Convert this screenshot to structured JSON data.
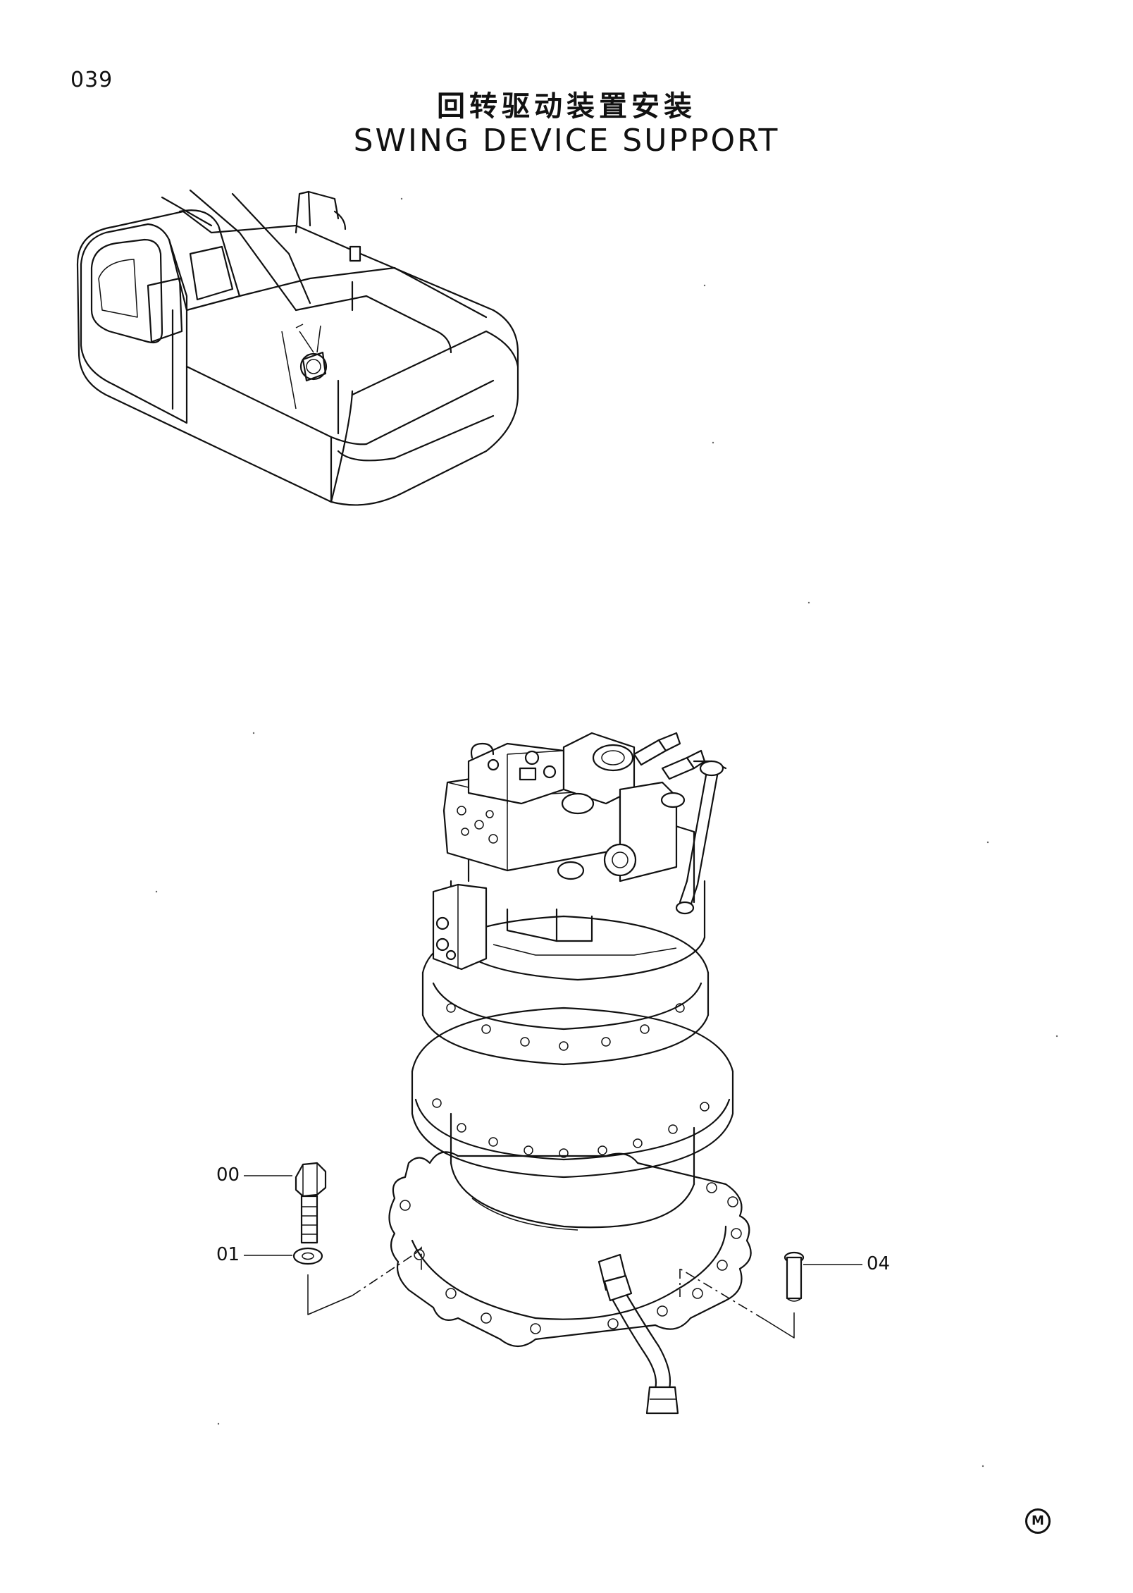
{
  "page": {
    "number": "039",
    "title_cn": "回转驱动装置安装",
    "title_en": "SWING DEVICE SUPPORT"
  },
  "callouts": [
    {
      "id": "00",
      "label": "00"
    },
    {
      "id": "01",
      "label": "01"
    },
    {
      "id": "04",
      "label": "04"
    }
  ],
  "mark": "M",
  "colors": {
    "ink": "#111111",
    "paper": "#ffffff"
  },
  "icons": {
    "corner_mark": "circled-m-icon"
  }
}
